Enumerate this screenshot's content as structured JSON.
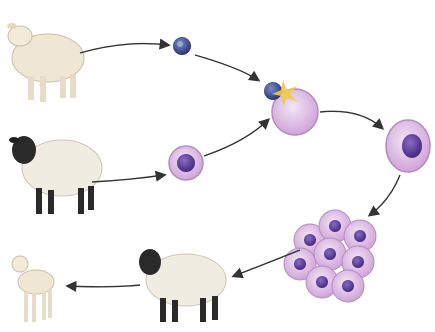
{
  "diagram": {
    "stages": [
      {
        "id": "white-sheep",
        "kind": "white-faced sheep"
      },
      {
        "id": "black-sheep",
        "kind": "black-faced sheep"
      },
      {
        "id": "nucleus",
        "kind": "nucleus"
      },
      {
        "id": "egg-cell",
        "kind": "egg cell"
      },
      {
        "id": "fused-cell",
        "kind": "fusion"
      },
      {
        "id": "new-cell",
        "kind": "reconstructed cell"
      },
      {
        "id": "embryo",
        "kind": "cell cluster"
      },
      {
        "id": "surrogate-sheep",
        "kind": "black-faced sheep"
      },
      {
        "id": "lamb",
        "kind": "white-faced lamb"
      }
    ],
    "colors": {
      "arrow": "#333333",
      "cell_membrane": "#d8b4dc",
      "cell_inner": "#e8d2ec",
      "nucleus_purple": "#5b3b9a",
      "nucleus_blue": "#3a4a88",
      "spark": "#f2c84b",
      "wool_white": "#efe6d4",
      "wool_black_face": "#2a2a2a",
      "wool_body": "#f1ece2"
    }
  }
}
